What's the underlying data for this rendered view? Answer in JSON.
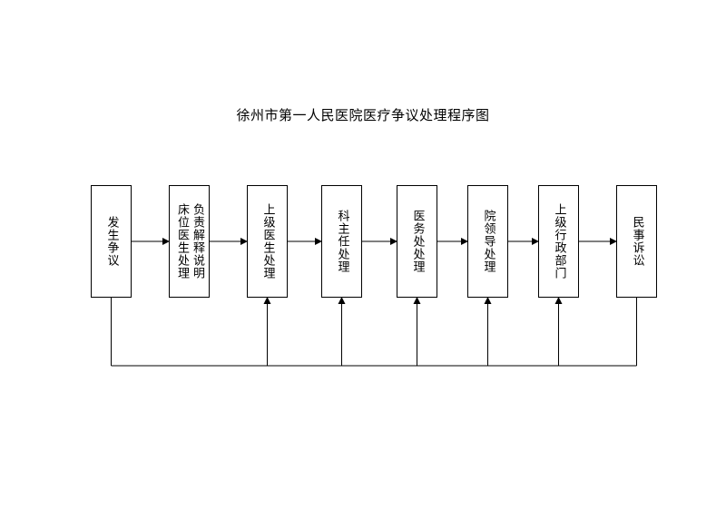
{
  "title": "徐州市第一人民医院医疗争议处理程序图",
  "steps": [
    {
      "id": "s1",
      "cols": [
        "发生争议"
      ]
    },
    {
      "id": "s2",
      "cols": [
        "床位医生处理",
        "负责解释说明"
      ]
    },
    {
      "id": "s3",
      "cols": [
        "上级医生处理"
      ]
    },
    {
      "id": "s4",
      "cols": [
        "科主任处理"
      ]
    },
    {
      "id": "s5",
      "cols": [
        "医务处处理"
      ]
    },
    {
      "id": "s6",
      "cols": [
        "院领导处理"
      ]
    },
    {
      "id": "s7",
      "cols": [
        "上级行政部门"
      ]
    },
    {
      "id": "s8",
      "cols": [
        "民事诉讼"
      ]
    }
  ],
  "flow": [
    [
      "s1",
      "s2"
    ],
    [
      "s2",
      "s3"
    ],
    [
      "s3",
      "s4"
    ],
    [
      "s4",
      "s5"
    ],
    [
      "s5",
      "s6"
    ],
    [
      "s6",
      "s7"
    ],
    [
      "s7",
      "s8"
    ]
  ],
  "feedback": {
    "from": [
      "s1",
      "s8"
    ],
    "to": [
      "s3",
      "s4",
      "s5",
      "s6",
      "s7"
    ]
  }
}
